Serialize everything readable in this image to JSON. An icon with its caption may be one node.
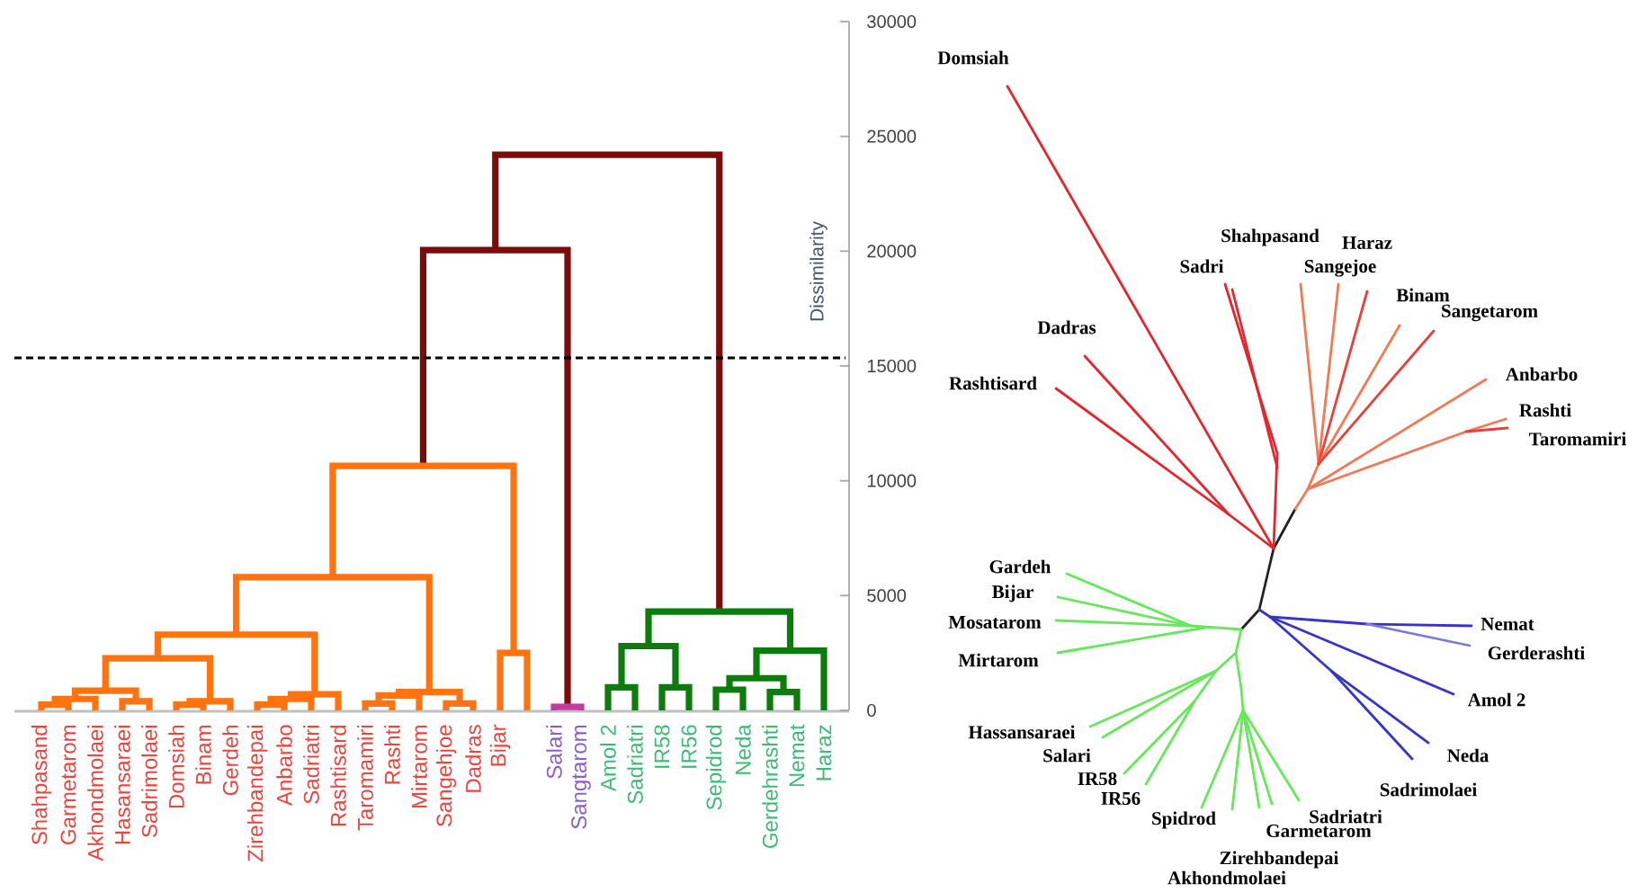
{
  "diagram": {
    "labels": [
      "Shahpasand",
      "Garmetarom",
      "Akhondmolaei",
      "Hasansaraei",
      "Sadrimolaei",
      "Domsiah",
      "Binam",
      "Gerdeh",
      "Zirehbandepai",
      "Anbarbo",
      "Sadriatri",
      "Rashtisard",
      "Taromamiri",
      "Rashti",
      "Mirtarom",
      "Sangehjoe",
      "Dadras",
      "Bijar",
      "Salari",
      "Sangtarom",
      "Amol 2",
      "Sadriatri",
      "IR58",
      "IR56",
      "Sepidrod",
      "Neda",
      "Gerdehrashti",
      "Nemat",
      "Haraz",
      "30000",
      "25000",
      "20000",
      "15000",
      "10000",
      "5000",
      "0",
      "Dissimilarity",
      "Domsiah",
      "Shahpasand",
      "Haraz",
      "Sadri",
      "Sangejoe",
      "Binam",
      "Sangetarom",
      "Dadras",
      "Anbarbo",
      "Rashtisard",
      "Rashti",
      "Taromamiri",
      "Gardeh",
      "Bijar",
      "Mosatarom",
      "Nemat",
      "Gerderashti",
      "Mirtarom",
      "Amol 2",
      "Hassansaraei",
      "Salari",
      "Neda",
      "IR58",
      "Sadrimolaei",
      "IR56",
      "Spidrod",
      "Sadriatri",
      "Garmetarom",
      "Zirehbandepai",
      "Akhondmolaei"
    ]
  }
}
